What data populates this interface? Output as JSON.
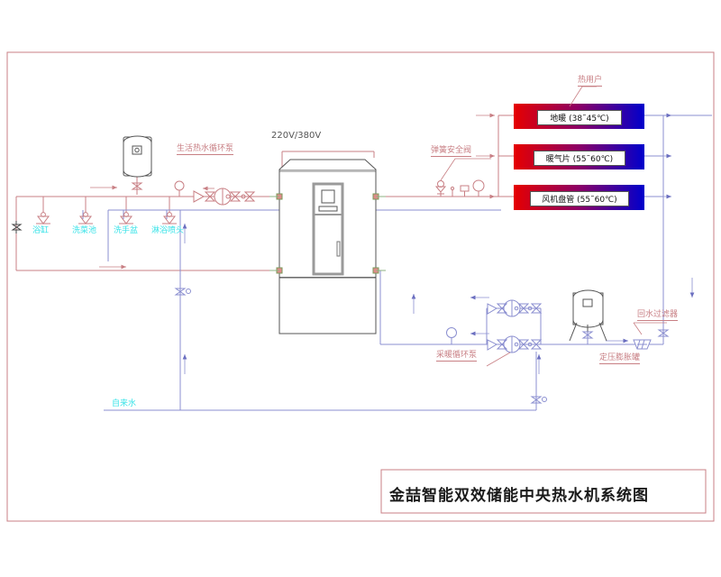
{
  "diagram": {
    "title": "金喆智能双效储能中央热水机系统图",
    "frame": {
      "border_color": "#c87f84"
    }
  },
  "colors": {
    "hot_pipe": "#c87f84",
    "cold_pipe": "#8b8fd0",
    "label_red": "#c87f84",
    "label_cyan": "#38e3e8",
    "panel_hot": "#e60000",
    "panel_cold": "#0000cc",
    "equipment_outline": "#555555"
  },
  "labels": {
    "heat_users": "热用户",
    "power_supply": "220V/380V",
    "dhw_circulation_pump": "生活热水循环泵",
    "spring_safety_valve": "弹簧安全阀",
    "heating_circulation_pump": "采暖循环泵",
    "expansion_tank": "定压膨胀罐",
    "return_water_filter": "回水过滤器",
    "tap_water": "自来水"
  },
  "fixtures": [
    {
      "name": "bathtub",
      "label": "浴缸"
    },
    {
      "name": "kitchen-sink",
      "label": "洗菜池"
    },
    {
      "name": "washbasin",
      "label": "洗手盆"
    },
    {
      "name": "shower-head",
      "label": "淋浴喷头"
    }
  ],
  "terminal_panels": [
    {
      "name": "floor-heating",
      "label": "地暖 (38˜45℃)"
    },
    {
      "name": "radiator",
      "label": "暖气片 (55˜60℃)"
    },
    {
      "name": "fan-coil",
      "label": "风机盘管 (55˜60℃)"
    }
  ]
}
